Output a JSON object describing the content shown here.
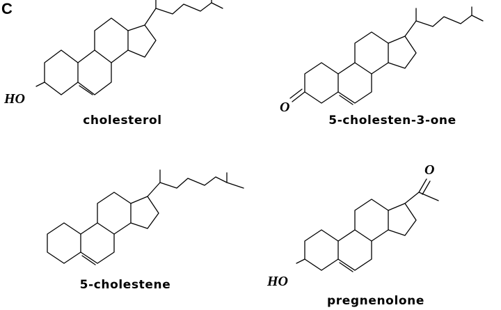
{
  "panel_label": "C",
  "molecules": [
    {
      "name": "cholesterol",
      "substituent_label": "HO"
    },
    {
      "name": "5-cholesten-3-one",
      "substituent_label": "O"
    },
    {
      "name": "5-cholestene"
    },
    {
      "name": "pregnenolone",
      "substituent_label": "HO",
      "side_chain_label": "O"
    }
  ]
}
